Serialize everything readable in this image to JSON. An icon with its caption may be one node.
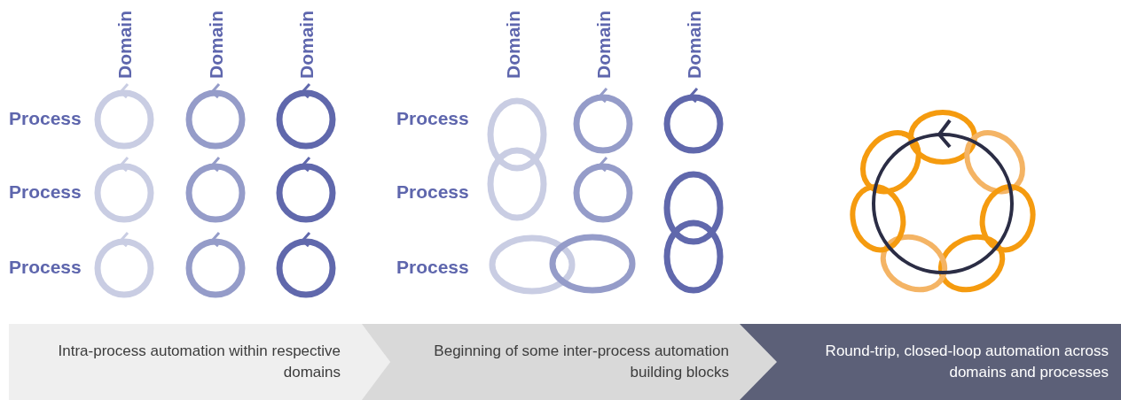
{
  "diagram": {
    "nodes": [
      {
        "text": [
          "Intra-process automation within respective domains"
        ]
      },
      {
        "text": [
          "Beginning of some inter-process automation building blocks"
        ]
      },
      {
        "text": [
          "Round-trip, closed-loop automation across domains and processes"
        ]
      }
    ],
    "labels": [
      "Domain",
      "Domain",
      "Domain",
      "Domain",
      "Domain",
      "Domain",
      "Process",
      "Process",
      "Process",
      "Process",
      "Process",
      "Process"
    ]
  }
}
